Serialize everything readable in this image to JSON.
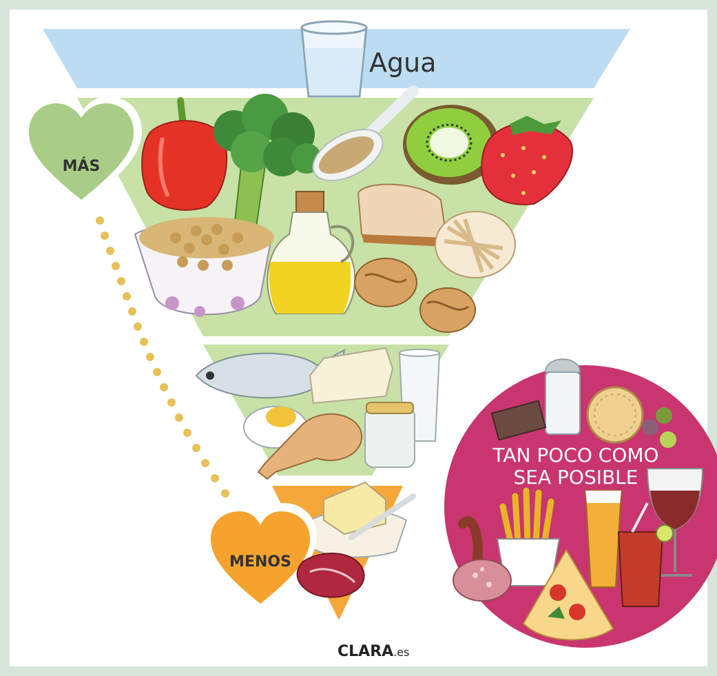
{
  "pyramid": {
    "water_label": "Agua",
    "more_label": "MÁS",
    "less_label": "MENOS"
  },
  "circle": {
    "line1": "TAN POCO COMO",
    "line2": "SEA POSIBLE"
  },
  "brand": {
    "name": "CLARA",
    "suffix": ".es"
  },
  "colors": {
    "frame": "#d7e4da",
    "water_band": "#bcdcf2",
    "green_band": "#c7e1a6",
    "orange_band": "#f5a73a",
    "heart_green": "#a9cd86",
    "heart_orange": "#f5a32e",
    "circle_pink": "#c9356e",
    "dots": "#e6c15a"
  }
}
